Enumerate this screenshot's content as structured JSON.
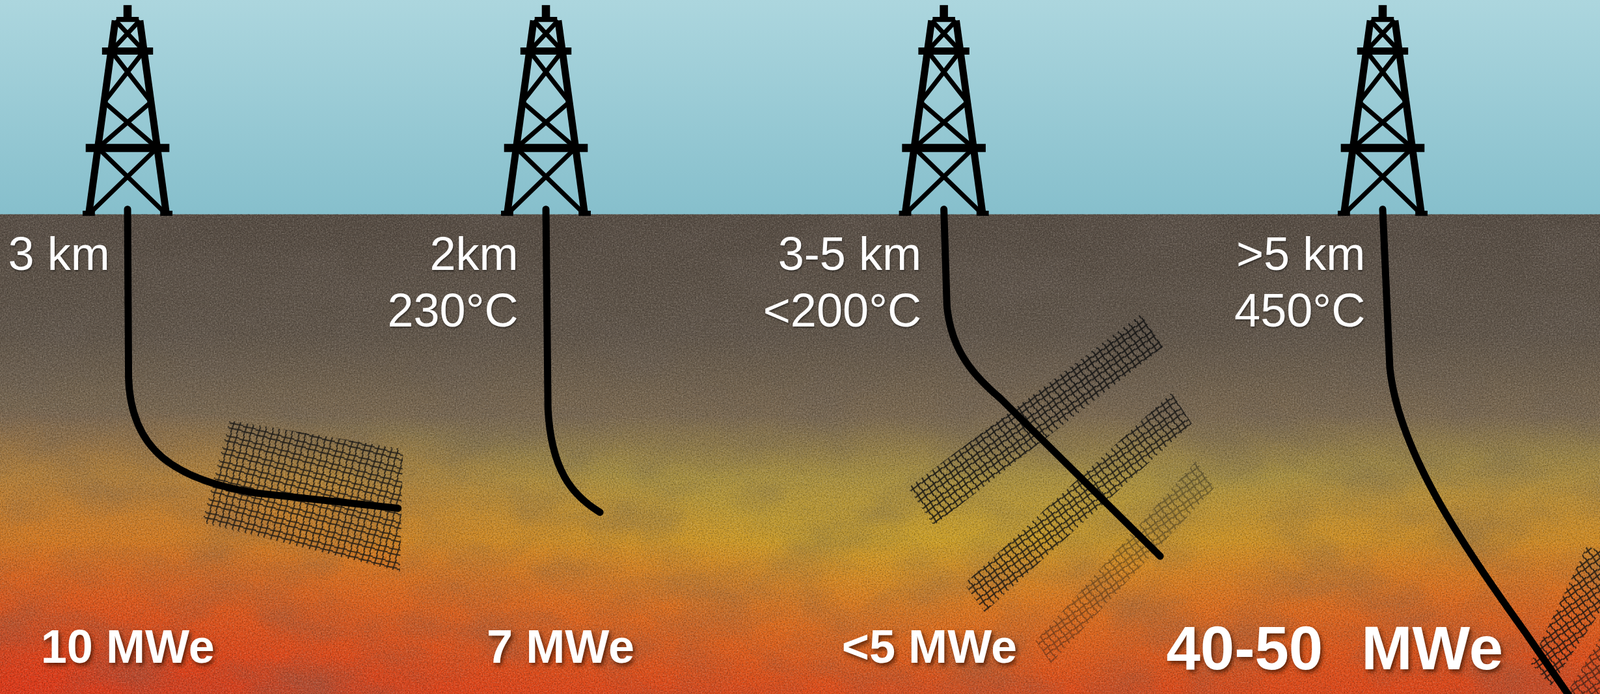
{
  "diagram": {
    "labels": [
      "3 km",
      "2km",
      "230°C",
      "3-5 km",
      "<200°C",
      ">5 km",
      "450°C",
      "10 MWe",
      "7 MWe",
      "<5 MWe",
      "40-50 MWe"
    ]
  }
}
